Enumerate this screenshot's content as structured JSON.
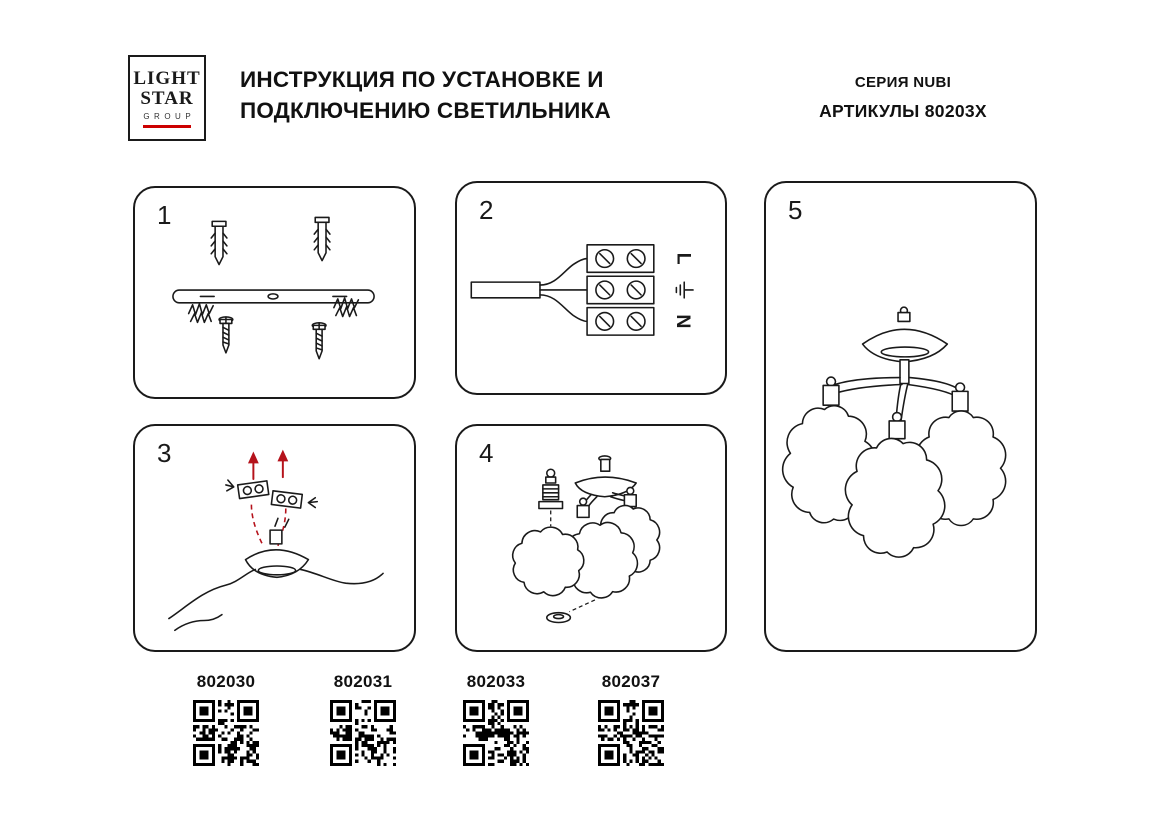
{
  "header": {
    "logo": {
      "word1": "LIGHT",
      "word2": "STAR",
      "word3": "GROUP",
      "accent_color": "#cc0000"
    },
    "title_line1": "ИНСТРУКЦИЯ ПО УСТАНОВКЕ И",
    "title_line2": "ПОДКЛЮЧЕНИЮ СВЕТИЛЬНИКА",
    "series": "СЕРИЯ NUBI",
    "articles_label": "АРТИКУЛЫ 80203X"
  },
  "panels": [
    {
      "number": "1"
    },
    {
      "number": "2",
      "labels": {
        "live": "L",
        "neutral": "N",
        "ground_icon": "earth-ground-symbol"
      }
    },
    {
      "number": "3"
    },
    {
      "number": "4"
    },
    {
      "number": "5"
    }
  ],
  "articles": [
    {
      "code": "802030"
    },
    {
      "code": "802031"
    },
    {
      "code": "802033"
    },
    {
      "code": "802037"
    }
  ],
  "colors": {
    "ink": "#1a1a1a",
    "accent_red": "#b5121b",
    "logo_red": "#cc0000"
  }
}
